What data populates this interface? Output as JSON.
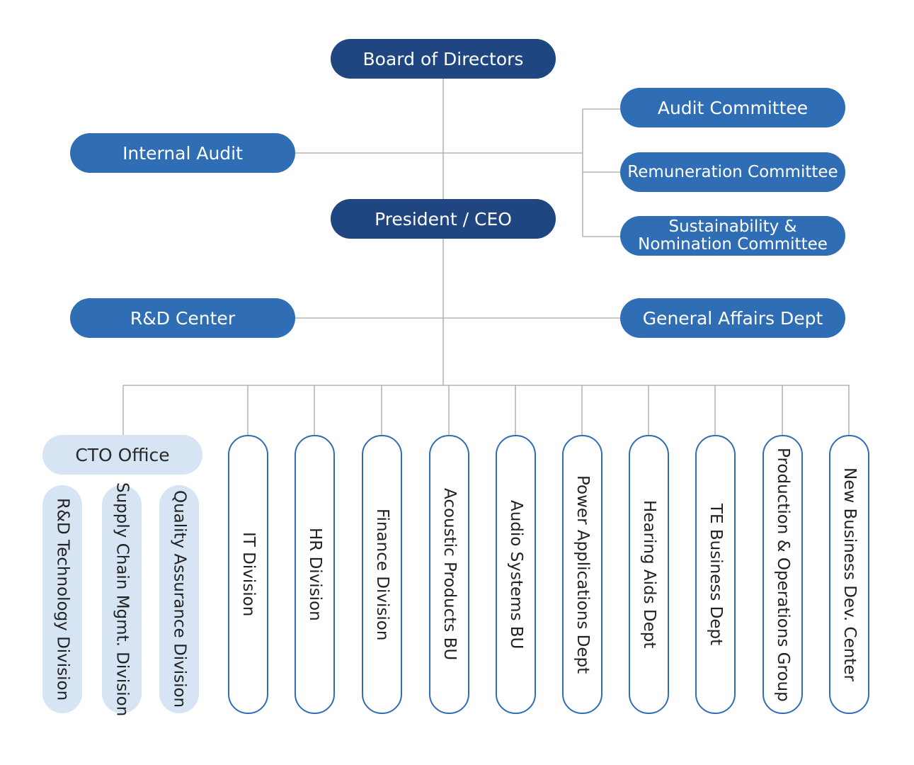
{
  "governance": {
    "board": "Board of Directors",
    "internal_audit": "Internal Audit",
    "audit_committee": "Audit Committee",
    "remuneration_committee": "Remuneration Committee",
    "sustainability_line1": "Sustainability &",
    "sustainability_line2": "Nomination Committee"
  },
  "executive": {
    "ceo": "President / CEO",
    "rd_center": "R&D Center",
    "general_affairs": "General Affairs Dept"
  },
  "cto": {
    "office": "CTO Office",
    "units": [
      "R&D Technology Division",
      "Supply Chain Mgmt. Division",
      "Quality Assurance Division"
    ]
  },
  "divisions": [
    "IT Division",
    "HR Division",
    "Finance Division",
    "Acoustic Products BU",
    "Audio Systems BU",
    "Power Applications Dept",
    "Hearing Aids Dept",
    "TE Business Dept",
    "Production & Operations Group",
    "New Business Dev. Center"
  ],
  "colors": {
    "dark": "#1f4680",
    "mid": "#2f6db5",
    "light": "#d6e4f3",
    "line": "#a6a6a6"
  }
}
